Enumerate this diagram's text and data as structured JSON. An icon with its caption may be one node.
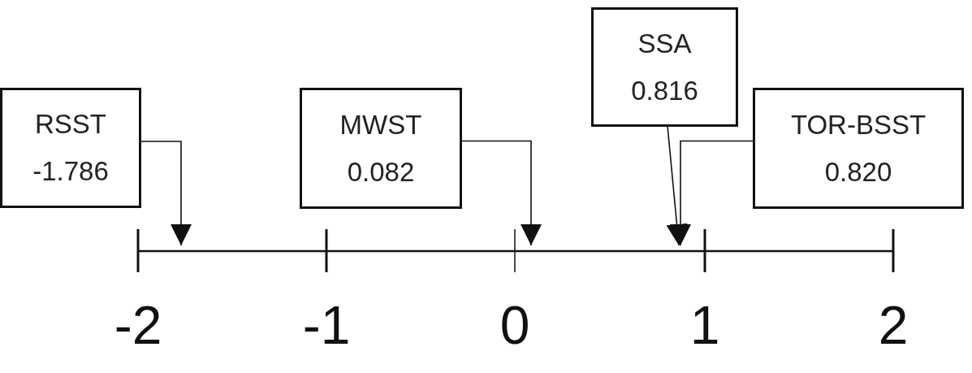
{
  "diagram": {
    "nodes": [
      {
        "text": [
          "RSST",
          "-1.786"
        ]
      },
      {
        "text": [
          "MWST",
          "0.082"
        ]
      },
      {
        "text": [
          "SSA",
          "0.816"
        ]
      },
      {
        "text": [
          "TOR-BSST",
          "0.820"
        ]
      }
    ],
    "edges": [
      {
        "from": 0,
        "to": null,
        "arrow": "to"
      },
      {
        "from": 1,
        "to": null,
        "arrow": "to"
      },
      {
        "from": 2,
        "to": null,
        "arrow": "to"
      },
      {
        "from": 3,
        "to": null,
        "arrow": "to"
      }
    ],
    "labels": [
      "-2",
      "-1",
      "0",
      "1",
      "2"
    ]
  }
}
